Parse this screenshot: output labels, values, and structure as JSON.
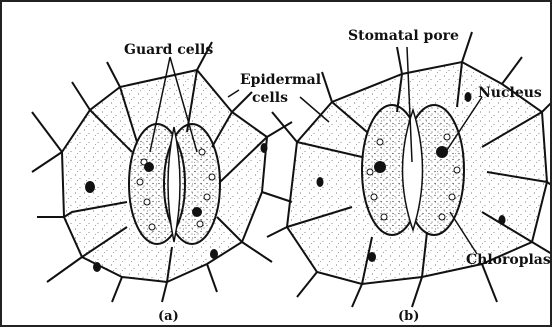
{
  "labels": {
    "guard_cells": "Guard cells",
    "epidermal_line1": "Epidermal",
    "epidermal_line2": "cells",
    "stomatal_pore": "Stomatal pore",
    "nucleus": "Nucleus",
    "chloroplast": "Chloroplast",
    "panel_a": "(a)",
    "panel_b": "(b)"
  },
  "colors": {
    "ink": "#111111",
    "border": "#222222"
  }
}
